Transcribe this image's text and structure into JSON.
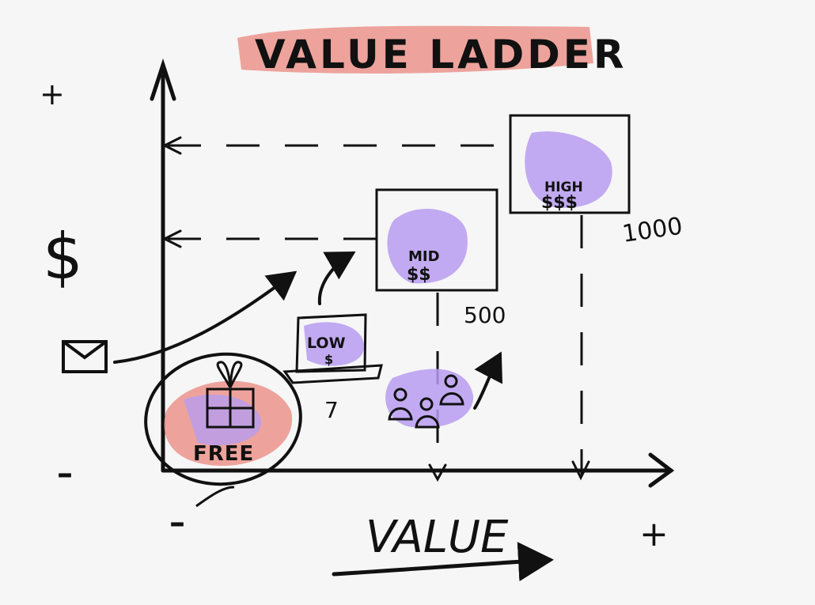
{
  "title": "VALUE LADDER",
  "axes": {
    "y_label": "$",
    "y_plus": "+",
    "y_minus": "–",
    "x_label": "VALUE",
    "x_plus": "+",
    "x_minus": "–"
  },
  "tiers": {
    "free": {
      "label": "FREE"
    },
    "low": {
      "label": "LOW",
      "price": "$",
      "number": "7"
    },
    "mid": {
      "label": "MID",
      "price": "$$",
      "number": "500"
    },
    "high": {
      "label": "HIGH",
      "price": "$$$",
      "number": "1000"
    }
  },
  "colors": {
    "ink": "#111111",
    "highlight_pink": "#eb8f86",
    "highlight_purple": "#b79cf0",
    "background": "#f6f6f6"
  },
  "icons": [
    "envelope-icon",
    "gift-icon",
    "laptop-icon",
    "people-icon"
  ]
}
